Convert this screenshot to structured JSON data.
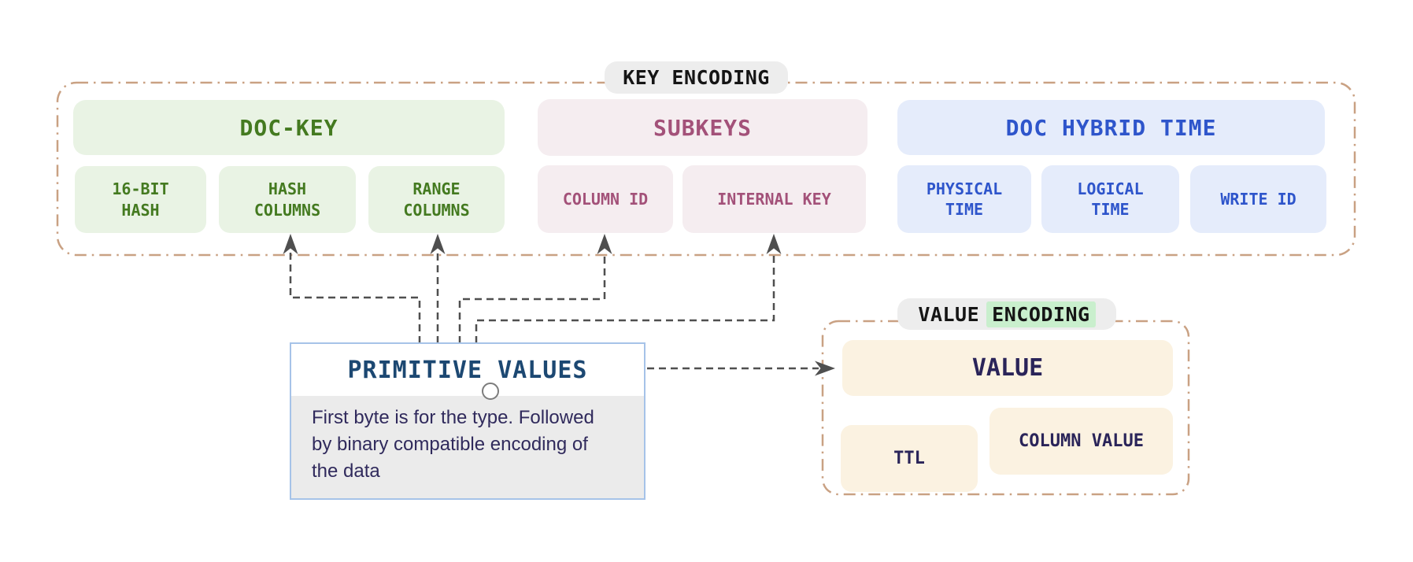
{
  "key_encoding": {
    "label": "KEY ENCODING",
    "groups": [
      {
        "title": "DOC-KEY",
        "accent": "#447a20",
        "bg": "#e9f3e4",
        "items": [
          "16-BIT HASH",
          "HASH COLUMNS",
          "RANGE COLUMNS"
        ]
      },
      {
        "title": "SUBKEYS",
        "accent": "#a35179",
        "bg": "#f5edf0",
        "items": [
          "COLUMN ID",
          "INTERNAL KEY"
        ]
      },
      {
        "title": "DOC HYBRID TIME",
        "accent": "#2e55cb",
        "bg": "#e5ecfb",
        "items": [
          "PHYSICAL TIME",
          "LOGICAL TIME",
          "WRITE ID"
        ]
      }
    ]
  },
  "value_encoding": {
    "label_plain": "VALUE",
    "label_highlight": "ENCODING",
    "highlight_color": "#c9efcd",
    "accent": "#2a2459",
    "bg": "#fbf2e1",
    "items": [
      "VALUE",
      "TTL",
      "COLUMN VALUE"
    ]
  },
  "primitive_values": {
    "title": "PRIMITIVE VALUES",
    "description": "First byte is for the type. Followed by binary compatible encoding of the data"
  },
  "colors": {
    "boundary_dash": "#c9a183",
    "connector": "#4f4f4f",
    "pill_bg": "#ededed",
    "note_bg": "#ebebeb",
    "primitive_title": "#1c4872",
    "primitive_border": "#a6c3e8",
    "note_text": "#302a5c"
  }
}
